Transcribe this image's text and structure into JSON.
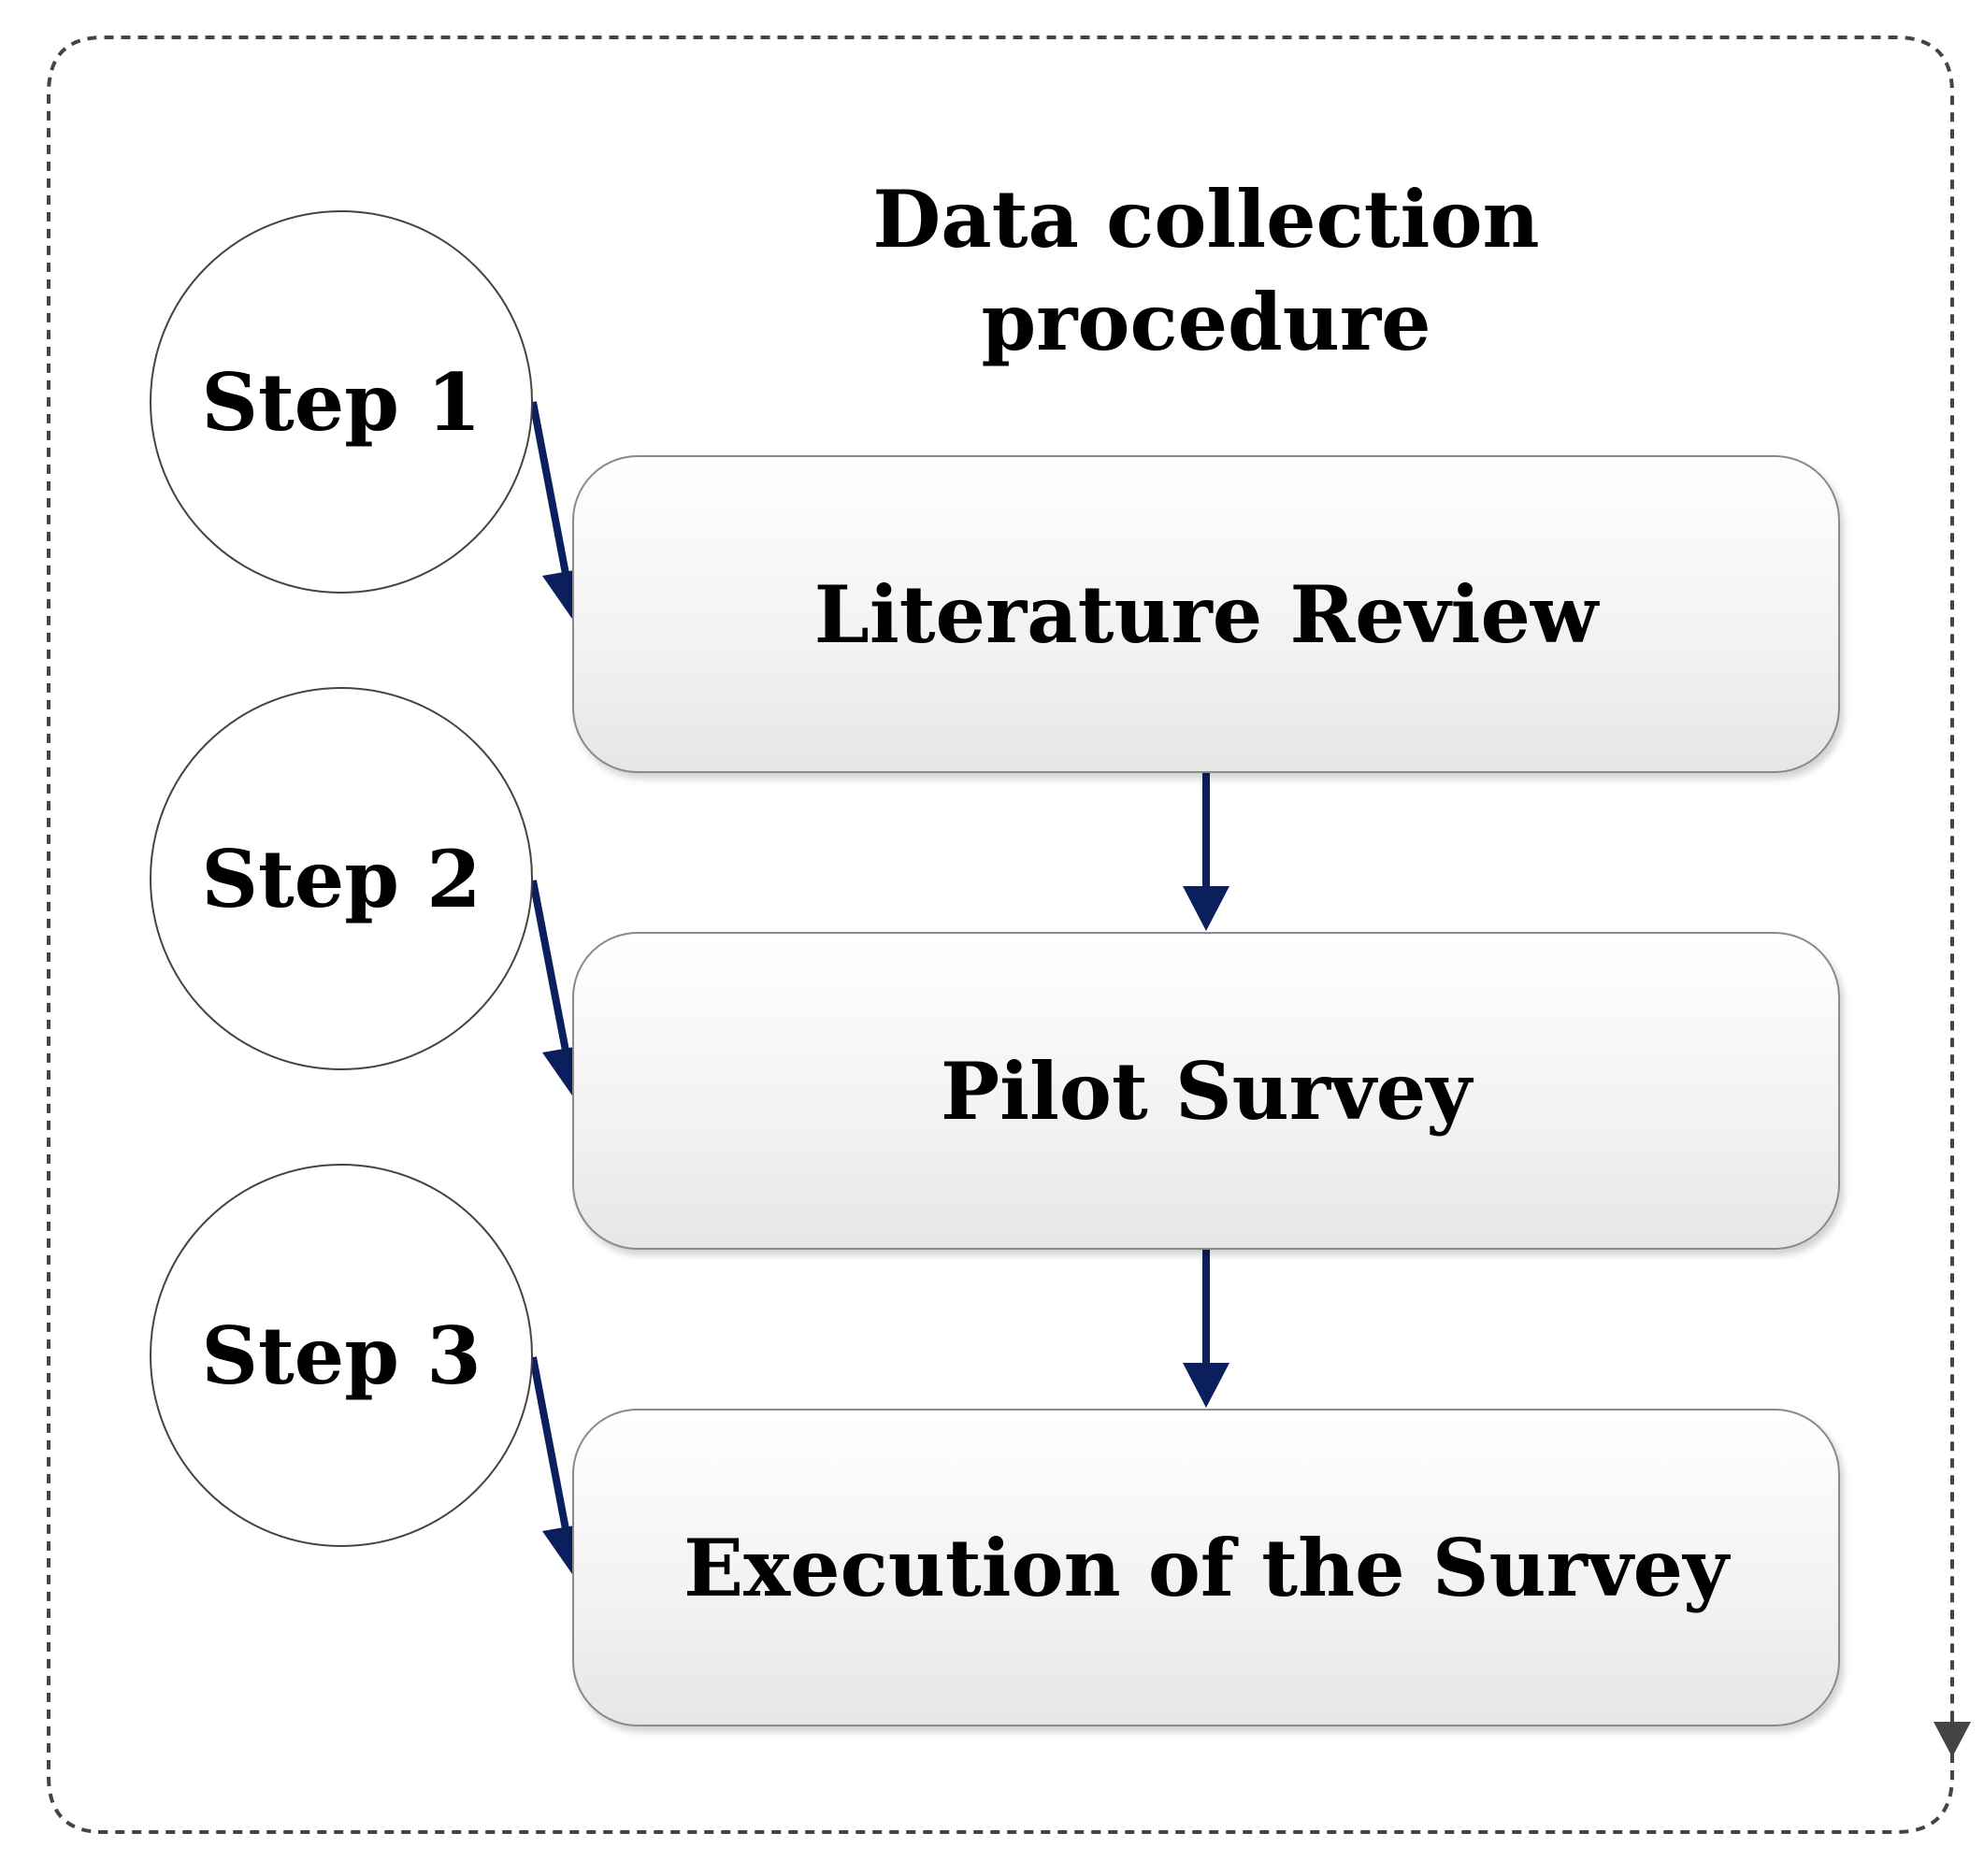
{
  "diagram": {
    "title": "Data collection procedure",
    "steps": [
      {
        "label": "Step 1",
        "stage": "Literature Review"
      },
      {
        "label": "Step 2",
        "stage": "Pilot Survey"
      },
      {
        "label": "Step 3",
        "stage": "Execution of the Survey"
      }
    ]
  },
  "colors": {
    "arrow": "#0b1f5c",
    "border_dashed": "#444444",
    "box_border": "#8a8a8a"
  }
}
